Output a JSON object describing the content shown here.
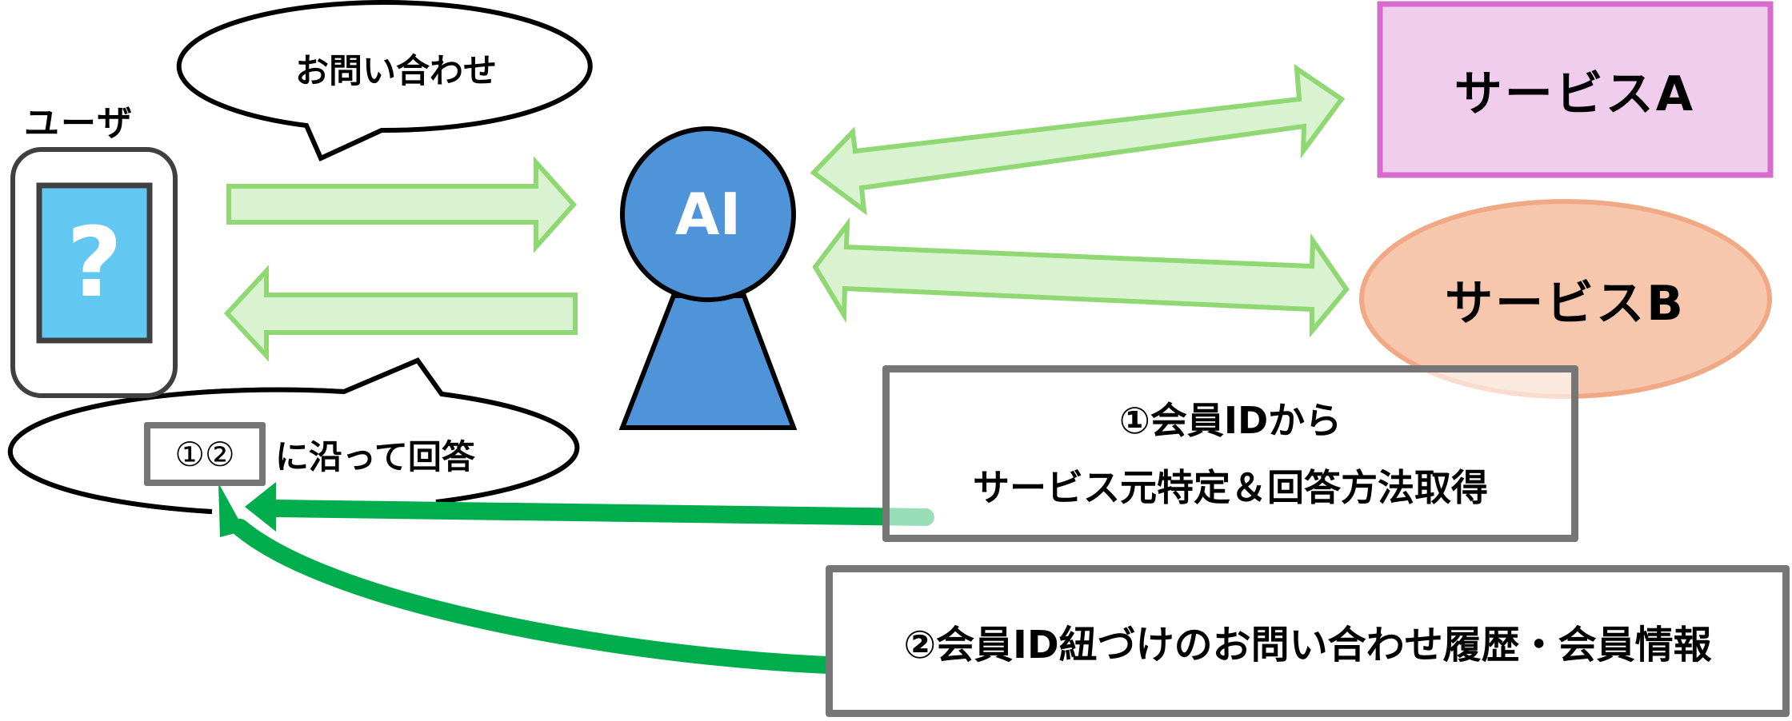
{
  "user": {
    "label": "ユーザ",
    "device_icon": "smartphone-icon",
    "screen_symbol": "?"
  },
  "inquiry_bubble": {
    "text": "お問い合わせ"
  },
  "answer_bubble": {
    "badge": "①②",
    "text": "に沿って回答"
  },
  "ai": {
    "label": "AI"
  },
  "services": [
    {
      "label": "サービスA",
      "shape": "rectangle"
    },
    {
      "label": "サービスB",
      "shape": "ellipse"
    }
  ],
  "info_boxes": [
    {
      "lines": [
        "①会員IDから",
        "サービス元特定＆回答方法取得"
      ]
    },
    {
      "lines": [
        "②会員ID紐づけのお問い合わせ履歴・会員情報"
      ]
    }
  ],
  "colors": {
    "flow_arrow_fill": "#d9f2d0",
    "flow_arrow_stroke": "#8fd873",
    "data_arrow": "#00ad4d",
    "ai_fill": "#4f94d8",
    "screen_fill": "#62c8f2",
    "service_a_fill": "#f1cded",
    "service_a_stroke": "#d66ccc",
    "service_b_fill": "#f6c7ad",
    "service_b_stroke": "#f1a985",
    "box_border": "#767676"
  }
}
